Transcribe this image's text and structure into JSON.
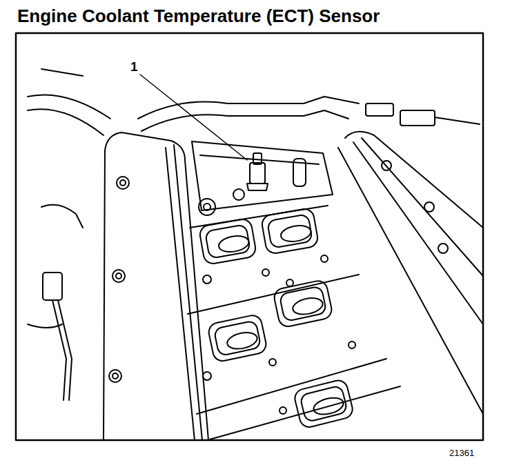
{
  "diagram": {
    "title": "Engine Coolant Temperature (ECT) Sensor",
    "labels": [
      "1",
      "21361"
    ]
  }
}
